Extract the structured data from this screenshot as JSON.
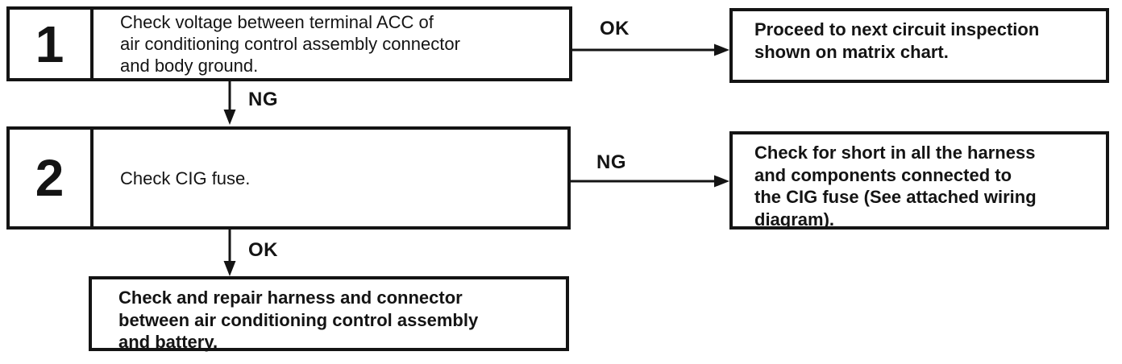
{
  "colors": {
    "ink": "#141414",
    "paper": "#ffffff"
  },
  "flow": {
    "step1": {
      "number": "1",
      "action": "Check voltage between terminal ACC of\nair conditioning control assembly connector\nand body ground.",
      "ok": {
        "label": "OK",
        "result": "Proceed to next circuit inspection\nshown on matrix chart."
      },
      "ng": {
        "label": "NG"
      }
    },
    "step2": {
      "number": "2",
      "action": "Check CIG fuse.",
      "ng": {
        "label": "NG",
        "result": "Check for short in all the harness\nand components connected to\nthe CIG fuse (See attached wiring\ndiagram)."
      },
      "ok": {
        "label": "OK",
        "result": "Check and repair harness and connector\nbetween air conditioning control assembly\nand battery."
      }
    }
  }
}
